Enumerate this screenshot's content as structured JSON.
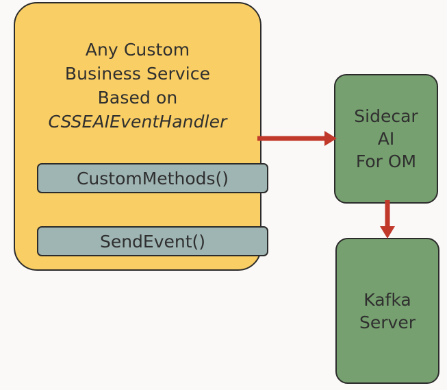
{
  "diagram": {
    "background_color": "#FBF9F8",
    "nodes": {
      "service": {
        "title": "Any Custom\nBusiness Service\nBased on",
        "subtitle": "CSSEAIEventHandler",
        "fill_color": "#F9CE64",
        "border_color": "#2b2b2b",
        "methods": [
          {
            "label": "CustomMethods()",
            "fill_color": "#9FB5B3"
          },
          {
            "label": "SendEvent()",
            "fill_color": "#9FB5B3"
          }
        ]
      },
      "sidecar": {
        "label": "Sidecar\nAI\nFor OM",
        "fill_color": "#77A070",
        "border_color": "#2b2b2b"
      },
      "kafka": {
        "label": "Kafka\nServer",
        "fill_color": "#77A070",
        "border_color": "#2b2b2b"
      }
    },
    "edges": [
      {
        "name": "service-to-sidecar",
        "from": "service",
        "to": "sidecar",
        "direction": "right",
        "color": "#C0392B",
        "label": ""
      },
      {
        "name": "sidecar-to-kafka",
        "from": "sidecar",
        "to": "kafka",
        "direction": "down",
        "color": "#C0392B",
        "label": ""
      }
    ]
  }
}
